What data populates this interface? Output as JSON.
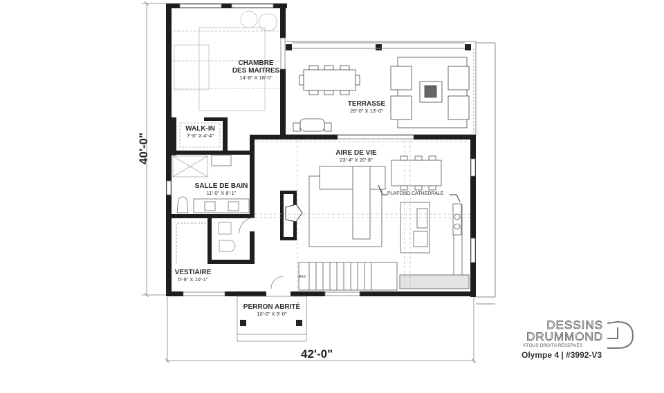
{
  "plan": {
    "overall_width": "42'-0\"",
    "overall_depth": "40'-0\"",
    "rooms": [
      {
        "name": "CHAMBRE\nDES MAITRES",
        "name_line1": "CHAMBRE",
        "name_line2": "DES MAITRES",
        "dim": "14'-8\" X 16'-0\""
      },
      {
        "name": "TERRASSE",
        "dim": "26'-0\" X 13'-0\""
      },
      {
        "name": "WALK-IN",
        "dim": "7'-6\" X 4'-4\""
      },
      {
        "name": "SALLE DE BAIN",
        "dim": "11'-0\" X 8'-1\""
      },
      {
        "name": "AIRE DE VIE",
        "dim": "23'-4\" X 20'-8\""
      },
      {
        "name": "VESTIAIRE",
        "dim": "5'-9\" X 10'-1\""
      },
      {
        "name": "PERRON ABRITÉ",
        "dim": "10'-0\" X 5'-0\""
      }
    ],
    "notes": {
      "ceiling": "PLAFOND CATHÉDRALE",
      "stairs": "BAS"
    }
  },
  "branding": {
    "line1": "DESSINS",
    "line2": "DRUMMOND",
    "rights": "©TOUS DROITS RÉSERVÉS",
    "model": "Olympe 4 | #3992-V3"
  }
}
